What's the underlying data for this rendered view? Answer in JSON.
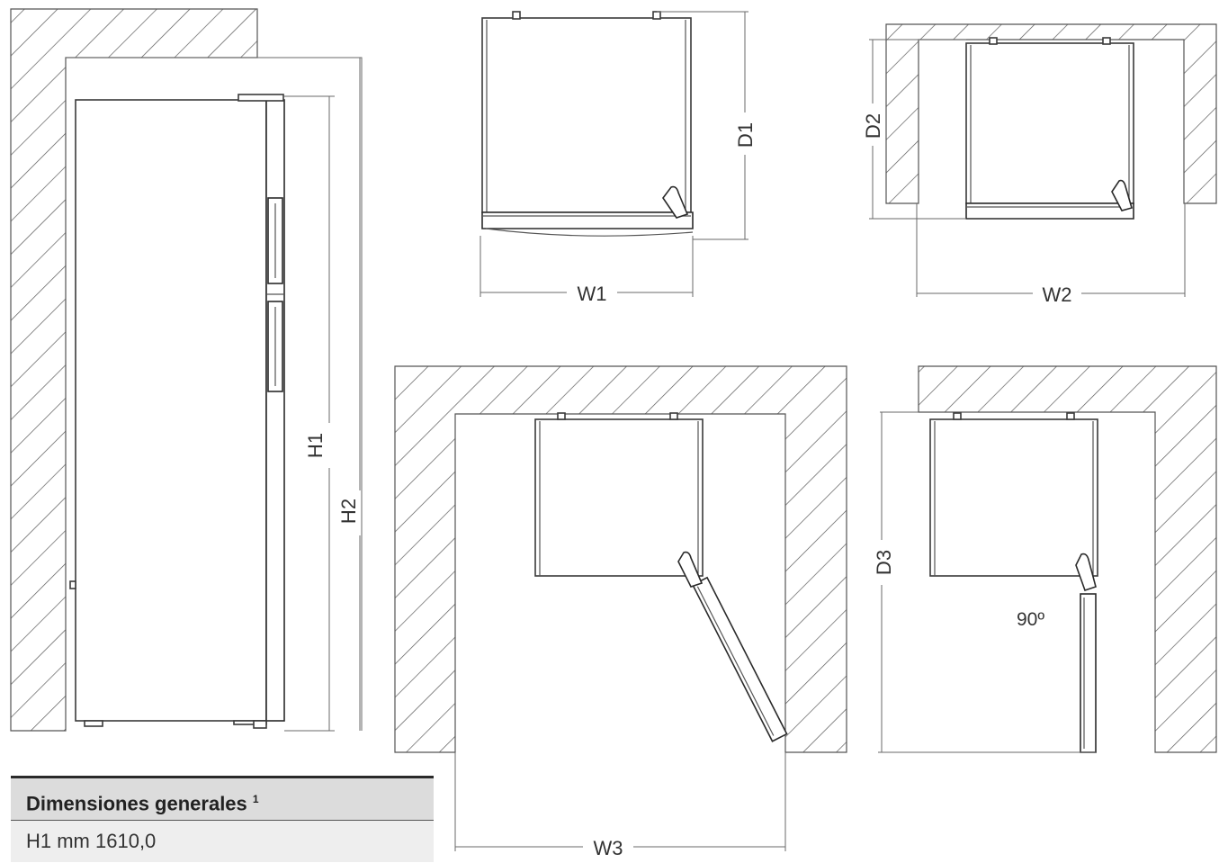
{
  "labels": {
    "h1": "H1",
    "h2": "H2",
    "w1": "W1",
    "w2": "W2",
    "w3": "W3",
    "d1": "D1",
    "d2": "D2",
    "d3": "D3",
    "angle": "90º"
  },
  "table": {
    "title": "Dimensiones generales",
    "footnote": "1",
    "rows": [
      "H1 mm 1610,0"
    ]
  }
}
